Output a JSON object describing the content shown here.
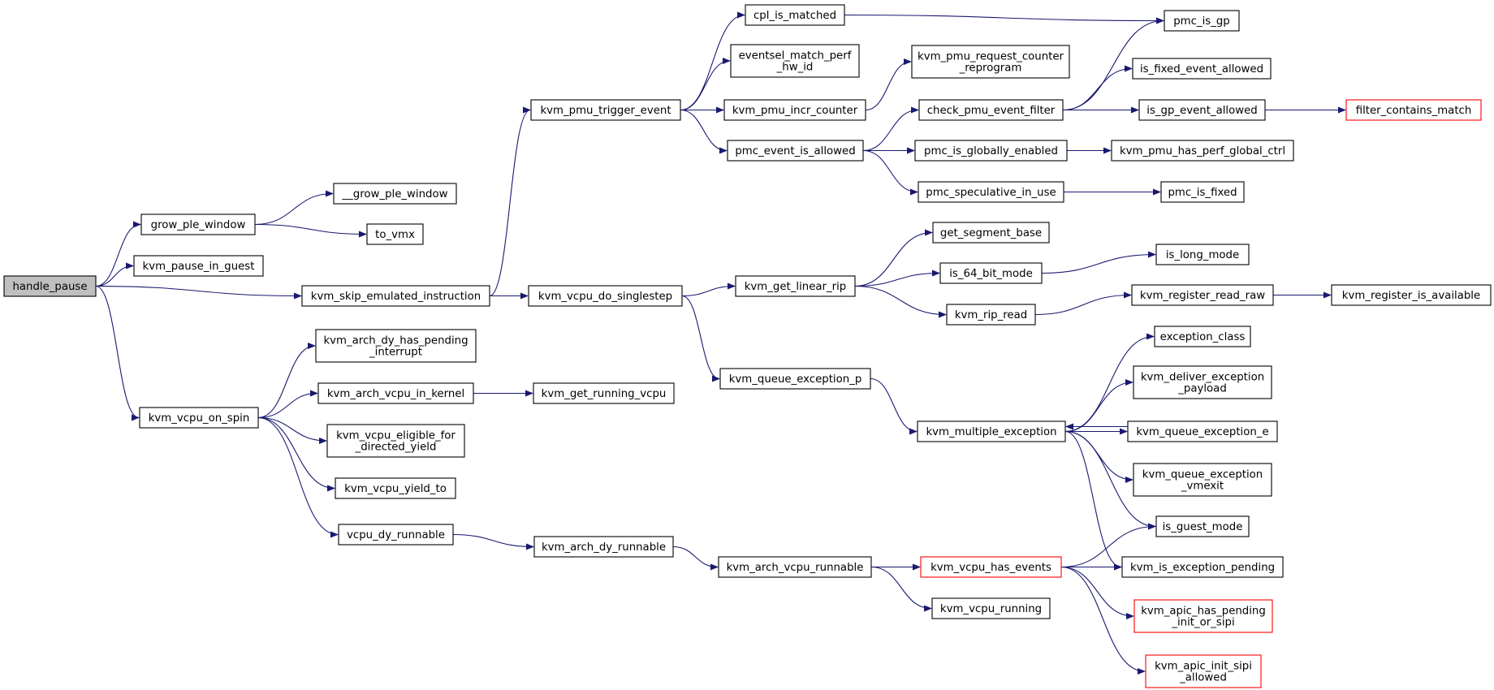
{
  "graph": {
    "edge_color": "#191970",
    "root_fill": "#bfbfbf",
    "truncated_border": "#ff0000",
    "nodes": [
      {
        "id": "handle_pause",
        "lines": [
          "handle_pause"
        ],
        "root": true
      },
      {
        "id": "grow_ple_window",
        "lines": [
          "grow_ple_window"
        ]
      },
      {
        "id": "kvm_pause_in_guest",
        "lines": [
          "kvm_pause_in_guest"
        ]
      },
      {
        "id": "kvm_skip_emulated_instruction",
        "lines": [
          "kvm_skip_emulated_instruction"
        ]
      },
      {
        "id": "kvm_vcpu_on_spin",
        "lines": [
          "kvm_vcpu_on_spin"
        ]
      },
      {
        "id": "__grow_ple_window",
        "lines": [
          "__grow_ple_window"
        ]
      },
      {
        "id": "to_vmx",
        "lines": [
          "to_vmx"
        ]
      },
      {
        "id": "kvm_pmu_trigger_event",
        "lines": [
          "kvm_pmu_trigger_event"
        ]
      },
      {
        "id": "kvm_vcpu_do_singlestep",
        "lines": [
          "kvm_vcpu_do_singlestep"
        ]
      },
      {
        "id": "kvm_arch_dy_has_pending_interrupt",
        "lines": [
          "kvm_arch_dy_has_pending",
          "_interrupt"
        ]
      },
      {
        "id": "kvm_arch_vcpu_in_kernel",
        "lines": [
          "kvm_arch_vcpu_in_kernel"
        ]
      },
      {
        "id": "kvm_vcpu_eligible_for_directed_yield",
        "lines": [
          "kvm_vcpu_eligible_for",
          "_directed_yield"
        ]
      },
      {
        "id": "kvm_vcpu_yield_to",
        "lines": [
          "kvm_vcpu_yield_to"
        ]
      },
      {
        "id": "vcpu_dy_runnable",
        "lines": [
          "vcpu_dy_runnable"
        ]
      },
      {
        "id": "kvm_get_running_vcpu",
        "lines": [
          "kvm_get_running_vcpu"
        ]
      },
      {
        "id": "kvm_arch_dy_runnable",
        "lines": [
          "kvm_arch_dy_runnable"
        ]
      },
      {
        "id": "cpl_is_matched",
        "lines": [
          "cpl_is_matched"
        ]
      },
      {
        "id": "eventsel_match_perf_hw_id",
        "lines": [
          "eventsel_match_perf",
          "_hw_id"
        ]
      },
      {
        "id": "kvm_pmu_incr_counter",
        "lines": [
          "kvm_pmu_incr_counter"
        ]
      },
      {
        "id": "pmc_event_is_allowed",
        "lines": [
          "pmc_event_is_allowed"
        ]
      },
      {
        "id": "kvm_get_linear_rip",
        "lines": [
          "kvm_get_linear_rip"
        ]
      },
      {
        "id": "kvm_queue_exception_p",
        "lines": [
          "kvm_queue_exception_p"
        ]
      },
      {
        "id": "kvm_arch_vcpu_runnable",
        "lines": [
          "kvm_arch_vcpu_runnable"
        ]
      },
      {
        "id": "kvm_pmu_request_counter_reprogram",
        "lines": [
          "kvm_pmu_request_counter",
          "_reprogram"
        ]
      },
      {
        "id": "check_pmu_event_filter",
        "lines": [
          "check_pmu_event_filter"
        ]
      },
      {
        "id": "pmc_is_globally_enabled",
        "lines": [
          "pmc_is_globally_enabled"
        ]
      },
      {
        "id": "pmc_speculative_in_use",
        "lines": [
          "pmc_speculative_in_use"
        ]
      },
      {
        "id": "get_segment_base",
        "lines": [
          "get_segment_base"
        ]
      },
      {
        "id": "is_64_bit_mode",
        "lines": [
          "is_64_bit_mode"
        ]
      },
      {
        "id": "kvm_rip_read",
        "lines": [
          "kvm_rip_read"
        ]
      },
      {
        "id": "kvm_multiple_exception",
        "lines": [
          "kvm_multiple_exception"
        ]
      },
      {
        "id": "kvm_vcpu_has_events",
        "lines": [
          "kvm_vcpu_has_events"
        ],
        "truncated": true
      },
      {
        "id": "kvm_vcpu_running",
        "lines": [
          "kvm_vcpu_running"
        ]
      },
      {
        "id": "pmc_is_gp",
        "lines": [
          "pmc_is_gp"
        ]
      },
      {
        "id": "is_fixed_event_allowed",
        "lines": [
          "is_fixed_event_allowed"
        ]
      },
      {
        "id": "is_gp_event_allowed",
        "lines": [
          "is_gp_event_allowed"
        ]
      },
      {
        "id": "kvm_pmu_has_perf_global_ctrl",
        "lines": [
          "kvm_pmu_has_perf_global_ctrl"
        ]
      },
      {
        "id": "pmc_is_fixed",
        "lines": [
          "pmc_is_fixed"
        ]
      },
      {
        "id": "is_long_mode",
        "lines": [
          "is_long_mode"
        ]
      },
      {
        "id": "kvm_register_read_raw",
        "lines": [
          "kvm_register_read_raw"
        ]
      },
      {
        "id": "exception_class",
        "lines": [
          "exception_class"
        ]
      },
      {
        "id": "kvm_deliver_exception_payload",
        "lines": [
          "kvm_deliver_exception",
          "_payload"
        ]
      },
      {
        "id": "kvm_queue_exception_e",
        "lines": [
          "kvm_queue_exception_e"
        ]
      },
      {
        "id": "kvm_queue_exception_vmexit",
        "lines": [
          "kvm_queue_exception",
          "_vmexit"
        ]
      },
      {
        "id": "is_guest_mode",
        "lines": [
          "is_guest_mode"
        ]
      },
      {
        "id": "kvm_is_exception_pending",
        "lines": [
          "kvm_is_exception_pending"
        ]
      },
      {
        "id": "kvm_apic_has_pending_init_or_sipi",
        "lines": [
          "kvm_apic_has_pending",
          "_init_or_sipi"
        ],
        "truncated": true
      },
      {
        "id": "kvm_apic_init_sipi_allowed",
        "lines": [
          "kvm_apic_init_sipi",
          "_allowed"
        ],
        "truncated": true
      },
      {
        "id": "filter_contains_match",
        "lines": [
          "filter_contains_match"
        ],
        "truncated": true
      },
      {
        "id": "kvm_register_is_available",
        "lines": [
          "kvm_register_is_available"
        ]
      }
    ],
    "edges": [
      [
        "handle_pause",
        "grow_ple_window"
      ],
      [
        "handle_pause",
        "kvm_pause_in_guest"
      ],
      [
        "handle_pause",
        "kvm_skip_emulated_instruction"
      ],
      [
        "handle_pause",
        "kvm_vcpu_on_spin"
      ],
      [
        "grow_ple_window",
        "__grow_ple_window"
      ],
      [
        "grow_ple_window",
        "to_vmx"
      ],
      [
        "kvm_skip_emulated_instruction",
        "kvm_pmu_trigger_event"
      ],
      [
        "kvm_skip_emulated_instruction",
        "kvm_vcpu_do_singlestep"
      ],
      [
        "kvm_pmu_trigger_event",
        "cpl_is_matched"
      ],
      [
        "kvm_pmu_trigger_event",
        "eventsel_match_perf_hw_id"
      ],
      [
        "kvm_pmu_trigger_event",
        "kvm_pmu_incr_counter"
      ],
      [
        "kvm_pmu_trigger_event",
        "pmc_event_is_allowed"
      ],
      [
        "cpl_is_matched",
        "pmc_is_gp"
      ],
      [
        "kvm_pmu_incr_counter",
        "kvm_pmu_request_counter_reprogram"
      ],
      [
        "pmc_event_is_allowed",
        "check_pmu_event_filter"
      ],
      [
        "pmc_event_is_allowed",
        "pmc_is_globally_enabled"
      ],
      [
        "pmc_event_is_allowed",
        "pmc_speculative_in_use"
      ],
      [
        "check_pmu_event_filter",
        "pmc_is_gp"
      ],
      [
        "check_pmu_event_filter",
        "is_fixed_event_allowed"
      ],
      [
        "check_pmu_event_filter",
        "is_gp_event_allowed"
      ],
      [
        "is_gp_event_allowed",
        "filter_contains_match"
      ],
      [
        "pmc_is_globally_enabled",
        "kvm_pmu_has_perf_global_ctrl"
      ],
      [
        "pmc_speculative_in_use",
        "pmc_is_fixed"
      ],
      [
        "kvm_vcpu_do_singlestep",
        "kvm_get_linear_rip"
      ],
      [
        "kvm_vcpu_do_singlestep",
        "kvm_queue_exception_p"
      ],
      [
        "kvm_get_linear_rip",
        "get_segment_base"
      ],
      [
        "kvm_get_linear_rip",
        "is_64_bit_mode"
      ],
      [
        "kvm_get_linear_rip",
        "kvm_rip_read"
      ],
      [
        "is_64_bit_mode",
        "is_long_mode"
      ],
      [
        "kvm_rip_read",
        "kvm_register_read_raw"
      ],
      [
        "kvm_register_read_raw",
        "kvm_register_is_available"
      ],
      [
        "kvm_queue_exception_p",
        "kvm_multiple_exception"
      ],
      [
        "kvm_multiple_exception",
        "exception_class"
      ],
      [
        "kvm_multiple_exception",
        "kvm_deliver_exception_payload"
      ],
      [
        "kvm_multiple_exception",
        "kvm_queue_exception_e"
      ],
      [
        "kvm_queue_exception_e",
        "kvm_multiple_exception"
      ],
      [
        "kvm_multiple_exception",
        "kvm_queue_exception_vmexit"
      ],
      [
        "kvm_multiple_exception",
        "is_guest_mode"
      ],
      [
        "kvm_multiple_exception",
        "kvm_is_exception_pending"
      ],
      [
        "kvm_vcpu_on_spin",
        "kvm_arch_dy_has_pending_interrupt"
      ],
      [
        "kvm_vcpu_on_spin",
        "kvm_arch_vcpu_in_kernel"
      ],
      [
        "kvm_vcpu_on_spin",
        "kvm_vcpu_eligible_for_directed_yield"
      ],
      [
        "kvm_vcpu_on_spin",
        "kvm_vcpu_yield_to"
      ],
      [
        "kvm_vcpu_on_spin",
        "vcpu_dy_runnable"
      ],
      [
        "kvm_arch_vcpu_in_kernel",
        "kvm_get_running_vcpu"
      ],
      [
        "vcpu_dy_runnable",
        "kvm_arch_dy_runnable"
      ],
      [
        "kvm_arch_dy_runnable",
        "kvm_arch_vcpu_runnable"
      ],
      [
        "kvm_arch_vcpu_runnable",
        "kvm_vcpu_has_events"
      ],
      [
        "kvm_arch_vcpu_runnable",
        "kvm_vcpu_running"
      ],
      [
        "kvm_vcpu_has_events",
        "is_guest_mode"
      ],
      [
        "kvm_vcpu_has_events",
        "kvm_is_exception_pending"
      ],
      [
        "kvm_vcpu_has_events",
        "kvm_apic_has_pending_init_or_sipi"
      ],
      [
        "kvm_vcpu_has_events",
        "kvm_apic_init_sipi_allowed"
      ]
    ]
  }
}
